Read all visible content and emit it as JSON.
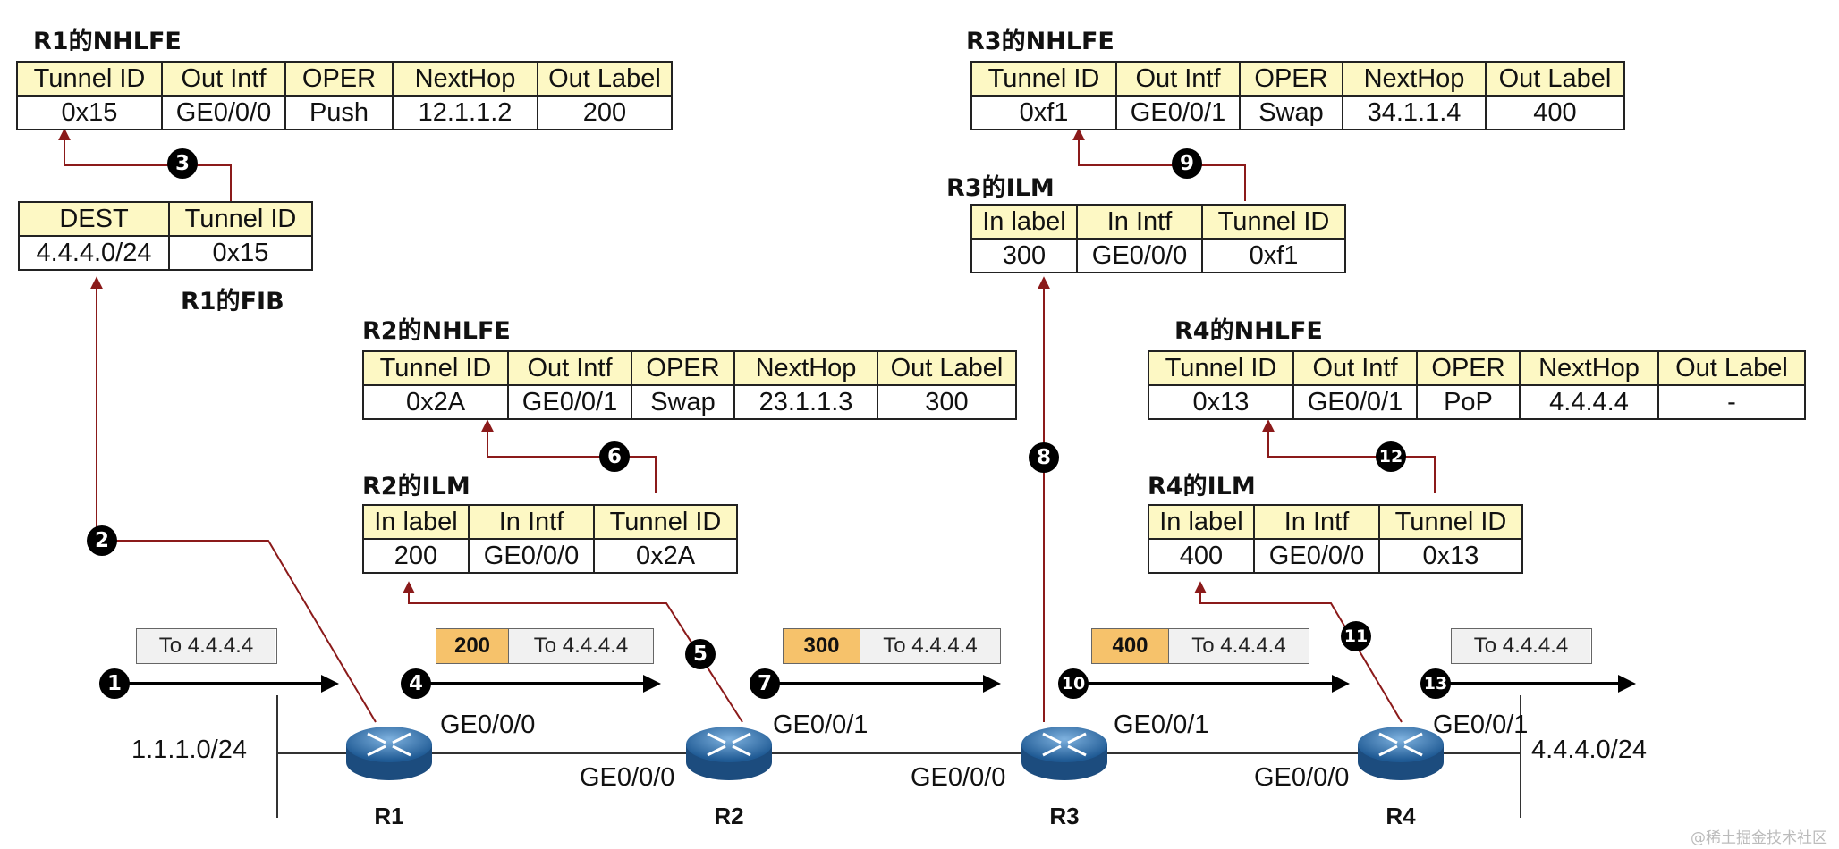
{
  "tables": {
    "r1_nhlfe": {
      "title": "R1的NHLFE",
      "headers": [
        "Tunnel ID",
        "Out Intf",
        "OPER",
        "NextHop",
        "Out Label"
      ],
      "row": [
        "0x15",
        "GE0/0/0",
        "Push",
        "12.1.1.2",
        "200"
      ]
    },
    "r1_fib": {
      "title": "R1的FIB",
      "headers": [
        "DEST",
        "Tunnel ID"
      ],
      "row": [
        "4.4.4.0/24",
        "0x15"
      ]
    },
    "r2_nhlfe": {
      "title": "R2的NHLFE",
      "headers": [
        "Tunnel ID",
        "Out Intf",
        "OPER",
        "NextHop",
        "Out Label"
      ],
      "row": [
        "0x2A",
        "GE0/0/1",
        "Swap",
        "23.1.1.3",
        "300"
      ]
    },
    "r2_ilm": {
      "title": "R2的ILM",
      "headers": [
        "In label",
        "In Intf",
        "Tunnel ID"
      ],
      "row": [
        "200",
        "GE0/0/0",
        "0x2A"
      ]
    },
    "r3_nhlfe": {
      "title": "R3的NHLFE",
      "headers": [
        "Tunnel ID",
        "Out Intf",
        "OPER",
        "NextHop",
        "Out Label"
      ],
      "row": [
        "0xf1",
        "GE0/0/1",
        "Swap",
        "34.1.1.4",
        "400"
      ]
    },
    "r3_ilm": {
      "title": "R3的ILM",
      "headers": [
        "In label",
        "In Intf",
        "Tunnel ID"
      ],
      "row": [
        "300",
        "GE0/0/0",
        "0xf1"
      ]
    },
    "r4_nhlfe": {
      "title": "R4的NHLFE",
      "headers": [
        "Tunnel ID",
        "Out Intf",
        "OPER",
        "NextHop",
        "Out Label"
      ],
      "row": [
        "0x13",
        "GE0/0/1",
        "PoP",
        "4.4.4.4",
        "-"
      ]
    },
    "r4_ilm": {
      "title": "R4的ILM",
      "headers": [
        "In label",
        "In Intf",
        "Tunnel ID"
      ],
      "row": [
        "400",
        "GE0/0/0",
        "0x13"
      ]
    }
  },
  "steps": [
    "1",
    "2",
    "3",
    "4",
    "5",
    "6",
    "7",
    "8",
    "9",
    "10",
    "11",
    "12",
    "13"
  ],
  "packets": {
    "p1": {
      "dest": "To 4.4.4.4"
    },
    "p4": {
      "label": "200",
      "dest": "To 4.4.4.4"
    },
    "p7": {
      "label": "300",
      "dest": "To 4.4.4.4"
    },
    "p10": {
      "label": "400",
      "dest": "To 4.4.4.4"
    },
    "p13": {
      "dest": "To 4.4.4.4"
    }
  },
  "routers": [
    "R1",
    "R2",
    "R3",
    "R4"
  ],
  "router_icon": "router-icon",
  "interfaces": {
    "r1_ge000": "GE0/0/0",
    "r2_ge000": "GE0/0/0",
    "r2_ge001": "GE0/0/1",
    "r3_ge000": "GE0/0/0",
    "r3_ge001": "GE0/0/1",
    "r4_ge000": "GE0/0/0",
    "r4_ge001": "GE0/0/1"
  },
  "networks": {
    "left": "1.1.1.0/24",
    "right": "4.4.4.0/24"
  },
  "watermark": "@稀土掘金技术社区",
  "colors": {
    "lookup_arrow": "#8b1a1a",
    "label_fill": "#f6c26b",
    "header_fill": "#fdf8c4",
    "router_blue": "#2e6fa8"
  }
}
